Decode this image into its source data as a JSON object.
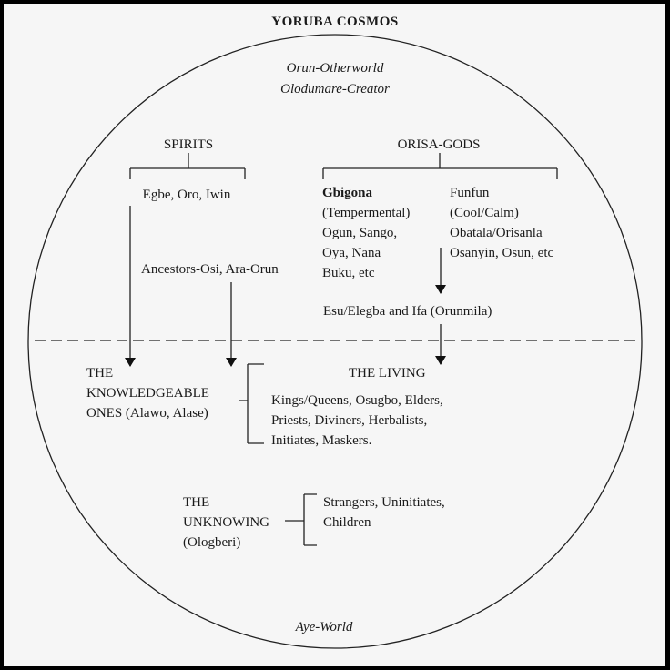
{
  "title": "YORUBA COSMOS",
  "upper_realm": {
    "name": "Orun-Otherworld",
    "creator": "Olodumare-Creator"
  },
  "spirits": {
    "heading": "SPIRITS",
    "members": "Egbe, Oro, Iwin"
  },
  "orisa": {
    "heading": "ORISA-GODS",
    "temperamental": {
      "name": "Gbigona",
      "quality": "(Tempermental)",
      "deities_line1": "Ogun, Sango,",
      "deities_line2": "Oya, Nana",
      "deities_line3": "Buku, etc"
    },
    "cool": {
      "name": "Funfun",
      "quality": "(Cool/Calm)",
      "deities_line1": "Obatala/Orisanla",
      "deities_line2": "Osanyin, Osun, etc"
    }
  },
  "ancestors": "Ancestors-Osi, Ara-Orun",
  "intermediaries": "Esu/Elegba and Ifa (Orunmila)",
  "knowledgeable": {
    "line1": "THE",
    "line2": "KNOWLEDGEABLE",
    "line3": "ONES (Alawo, Alase)"
  },
  "living": {
    "heading": "THE LIVING",
    "line1": "Kings/Queens, Osugbo, Elders,",
    "line2": "Priests, Diviners, Herbalists,",
    "line3": "Initiates, Maskers."
  },
  "unknowing": {
    "line1": "THE",
    "line2": "UNKNOWING",
    "line3": "(Ologberi)",
    "members_line1": "Strangers, Uninitiates,",
    "members_line2": "Children"
  },
  "lower_realm": "Aye-World"
}
